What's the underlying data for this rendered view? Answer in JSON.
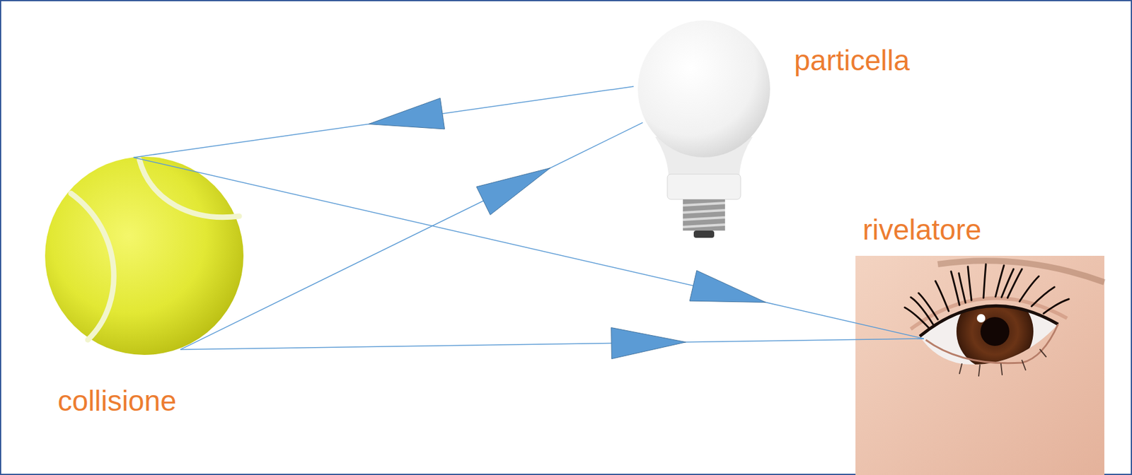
{
  "diagram": {
    "nodes": [
      {
        "text": [
          "particella"
        ]
      },
      {
        "text": [
          "rivelatore"
        ]
      },
      {
        "text": [
          "collisione"
        ]
      }
    ],
    "edges": [
      {
        "from": 0,
        "to": 2,
        "arrow": "to"
      },
      {
        "from": 2,
        "to": 0,
        "arrow": "to"
      },
      {
        "from": 2,
        "to": 1,
        "arrow": "to"
      },
      {
        "from": 2,
        "to": 1,
        "arrow": "to"
      }
    ]
  }
}
